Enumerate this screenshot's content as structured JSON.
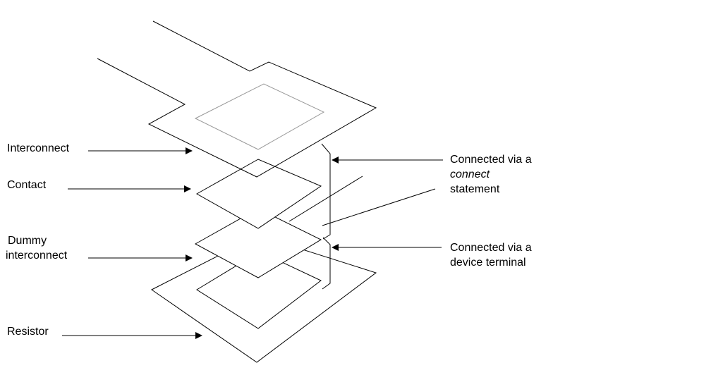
{
  "labels": {
    "interconnect": "Interconnect",
    "contact": "Contact",
    "dummy_line1": "Dummy",
    "dummy_line2": "interconnect",
    "resistor": "Resistor",
    "connect_stmt_line1": "Connected via a",
    "connect_stmt_line2": "connect",
    "connect_stmt_line3": "statement",
    "device_term_line1": "Connected via a",
    "device_term_line2": "device terminal"
  },
  "colors": {
    "line": "#000000",
    "inner_line": "#9a9a9a",
    "background": "#ffffff"
  }
}
